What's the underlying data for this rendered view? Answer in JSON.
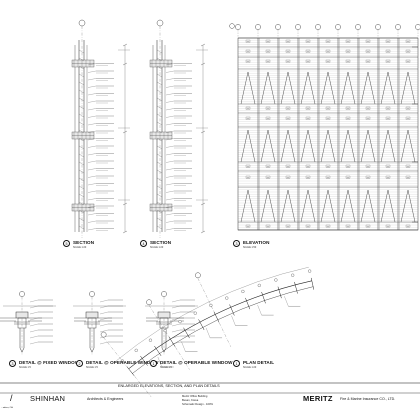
{
  "sheet": {
    "title": "ENLARGED ELEVATIONS, SECTION, AND PLAN DETAILS"
  },
  "views": {
    "section_left": {
      "number": "5",
      "title": "SECTION",
      "scale": "SCALE 1:20"
    },
    "section_right": {
      "number": "4",
      "title": "SECTION",
      "scale": "SCALE 1:20"
    },
    "elevation": {
      "number": "3",
      "title": "ELEVATION",
      "scale": "SCALE 1:50"
    },
    "detail_fixed": {
      "number": "3",
      "title": "DETAIL @ FIXED WINDOW",
      "scale": "SCALE 1:5"
    },
    "detail_operable_a": {
      "number": "2",
      "title": "DETAIL @ OPERABLE WINDOW",
      "scale": "SCALE 1:5"
    },
    "detail_operable_b": {
      "number": "1",
      "title": "DETAIL @ OPERABLE WINDOW",
      "scale": "SCALE 1:5"
    },
    "plan_detail": {
      "number": "1",
      "title": "PLAN DETAIL",
      "scale": "SCALE 1:20"
    }
  },
  "title_block": {
    "slash": "/",
    "firm": "SHINHAN",
    "firm_tagline": "Architects & Engineers",
    "project_name": "Meritz Office Building",
    "project_city": "Busan, Korea",
    "phase": "Schematic Design - 100%",
    "client": "MERITZ",
    "client_full": "Fire & Marine Insurance CO., LTD.",
    "location_fragment": "...ndera, CA"
  }
}
